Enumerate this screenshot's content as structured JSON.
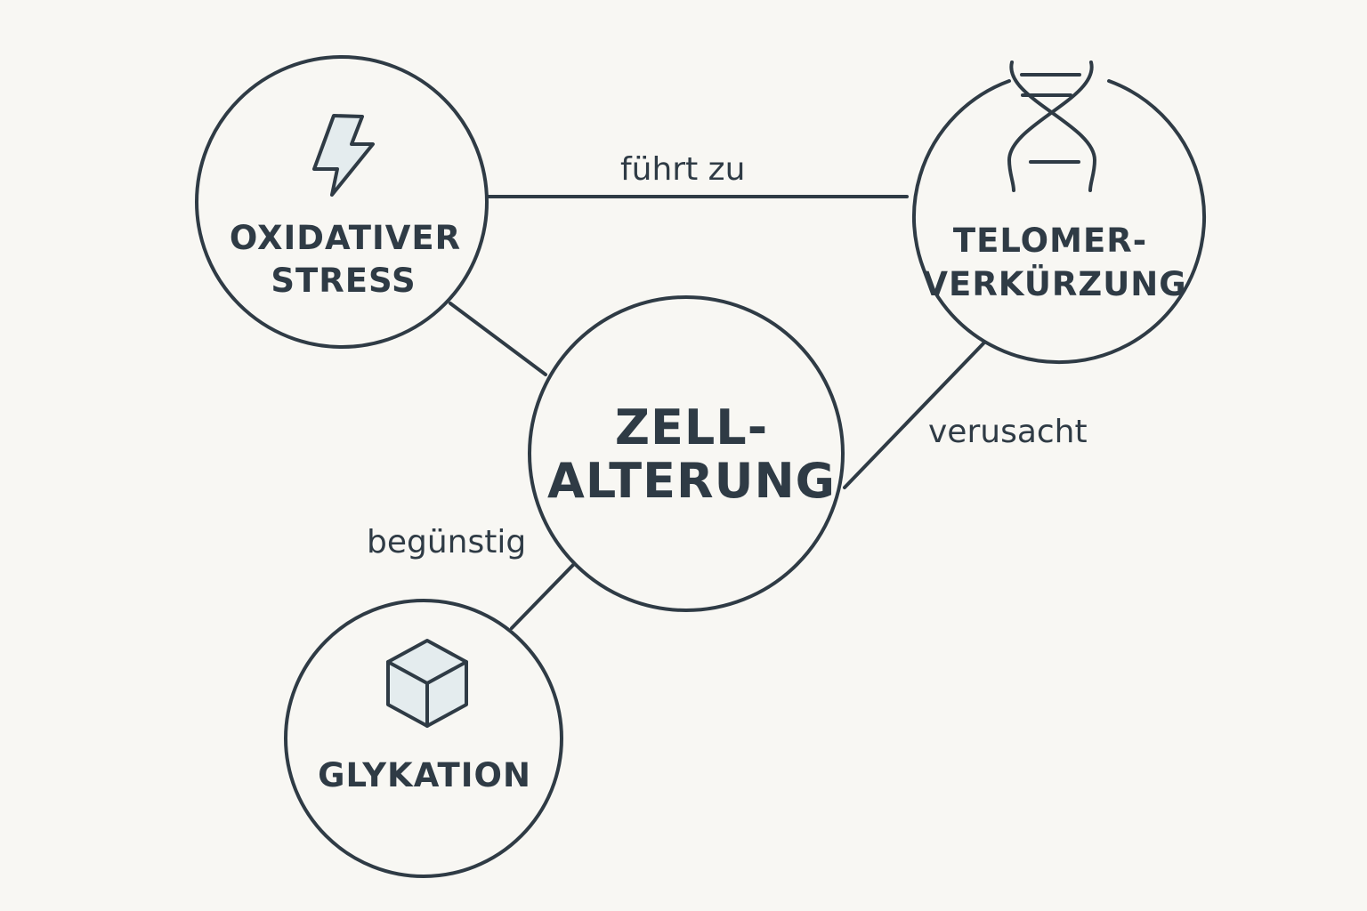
{
  "nodes": {
    "oxidative_stress": {
      "line1": "OXIDATIVER",
      "line2": "STRESS",
      "icon": "lightning-bolt-icon"
    },
    "telomer": {
      "line1": "TELOMER-",
      "line2": "VERKÜRZUNG",
      "icon": "dna-helix-icon"
    },
    "zellalterung": {
      "line1": "ZELL-",
      "line2": "ALTERUNG"
    },
    "glykation": {
      "line1": "GLYKATION",
      "icon": "cube-icon"
    }
  },
  "edges": {
    "stress_to_telomer": "führt zu",
    "telomer_to_zell": "verusacht",
    "zell_to_glykation": "begünstig"
  },
  "colors": {
    "stroke": "#2f3b45",
    "background": "#f8f7f3",
    "icon_fill": "#e4ecee"
  }
}
